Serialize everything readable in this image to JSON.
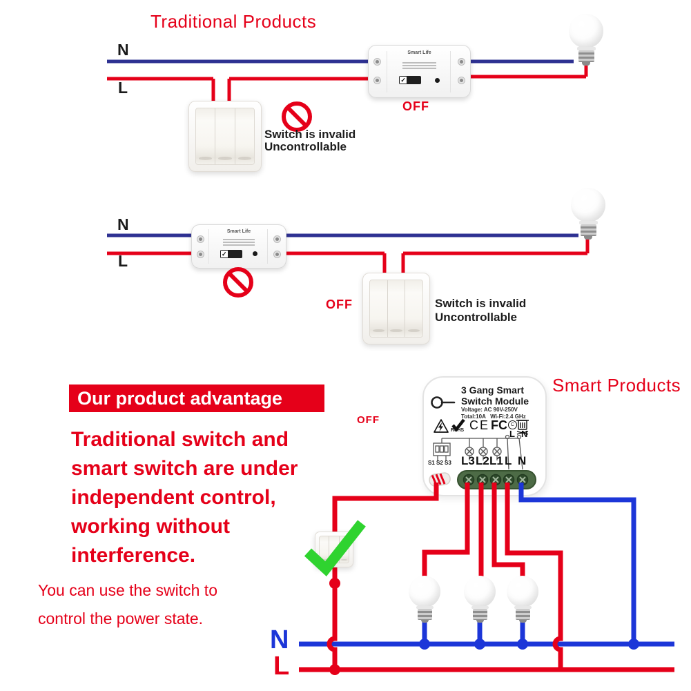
{
  "colors": {
    "red": "#e50019",
    "navy": "#2e3192",
    "blue": "#1c36d8",
    "check_green": "#2fd32f",
    "terminal_green": "#4d6b46"
  },
  "d1": {
    "title": "Traditional Products",
    "n": "N",
    "l": "L",
    "off": "OFF",
    "brand": "Smart Life",
    "invalid1": "Switch is invalid",
    "invalid2": "Uncontrollable"
  },
  "d2": {
    "n": "N",
    "l": "L",
    "off": "OFF",
    "brand": "Smart Life",
    "invalid1": "Switch is invalid",
    "invalid2": "Uncontrollable"
  },
  "smart": {
    "banner": "Our product advantage",
    "para": [
      "Traditional switch and",
      "smart switch are under",
      "independent control,",
      "working without",
      "interference."
    ],
    "note1": "You can use the switch to",
    "note2": "control the power state.",
    "title": "Smart Products",
    "off": "OFF",
    "module": {
      "t1": "3 Gang Smart",
      "t2": "Switch Module",
      "spec1": "Voltage: AC 90V-250V",
      "spec2": "Total:10A   Wi-Fi:2.4 GHz",
      "rohs": "RoHS",
      "ce": "CE",
      "fcc": "FC",
      "fcc_c": "C",
      "s_row": "S1 S2 S3",
      "mini_l": "L",
      "mini_n": "N",
      "terminals": [
        "L3",
        "L2",
        "L1",
        "L",
        "N"
      ]
    },
    "bus_n": "N",
    "bus_l": "L"
  }
}
